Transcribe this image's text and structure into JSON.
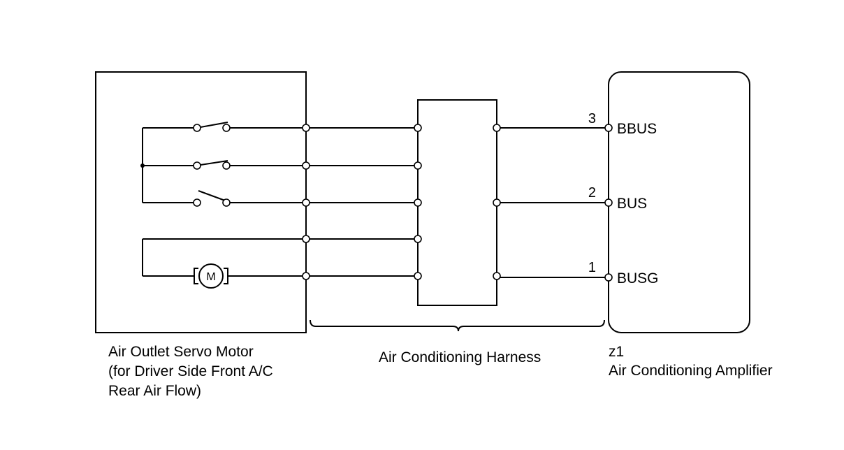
{
  "servo_motor": {
    "name_line1": "Air Outlet Servo Motor",
    "name_line2": "(for Driver Side Front A/C",
    "name_line3": "Rear Air Flow)",
    "motor_symbol": "M"
  },
  "harness": {
    "name": "Air Conditioning Harness"
  },
  "amplifier": {
    "connector": "z1",
    "name": "Air Conditioning Amplifier",
    "pins": [
      {
        "number": "3",
        "signal": "BBUS"
      },
      {
        "number": "2",
        "signal": "BUS"
      },
      {
        "number": "1",
        "signal": "BUSG"
      }
    ]
  }
}
